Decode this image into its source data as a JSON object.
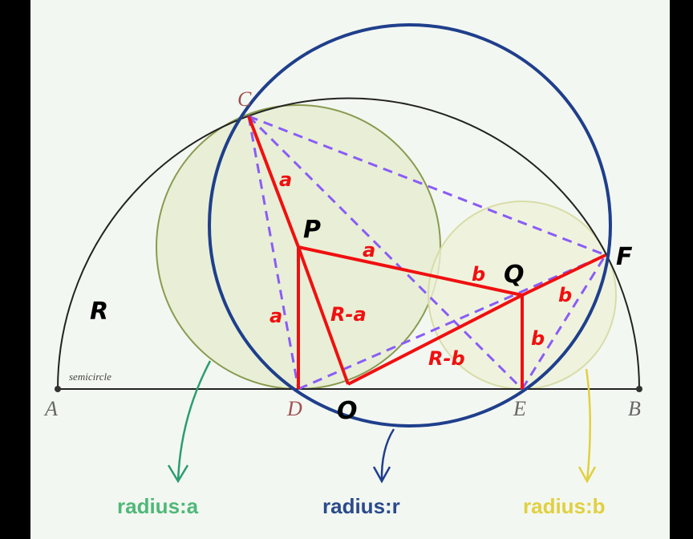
{
  "points": {
    "A": "A",
    "B": "B",
    "C": "C",
    "D": "D",
    "E": "E"
  },
  "handwritten": {
    "P": "P",
    "Q": "Q",
    "F": "F",
    "O": "O",
    "R": "R"
  },
  "segment_labels": {
    "CP": "a",
    "PD": "a",
    "P_mid": "a",
    "Q_mid": "b",
    "QF": "b",
    "QE": "b",
    "PO": "R-a",
    "QO": "R-b"
  },
  "semicircle_label": "semicircle",
  "captions": {
    "green": "radius:a",
    "blue": "radius:r",
    "yellow": "radius:b"
  },
  "colors": {
    "green": "#2a9d6e",
    "blue": "#1f3f8c",
    "yellow": "#e0d040",
    "red": "#f01010",
    "purple": "#8a5cf6"
  }
}
